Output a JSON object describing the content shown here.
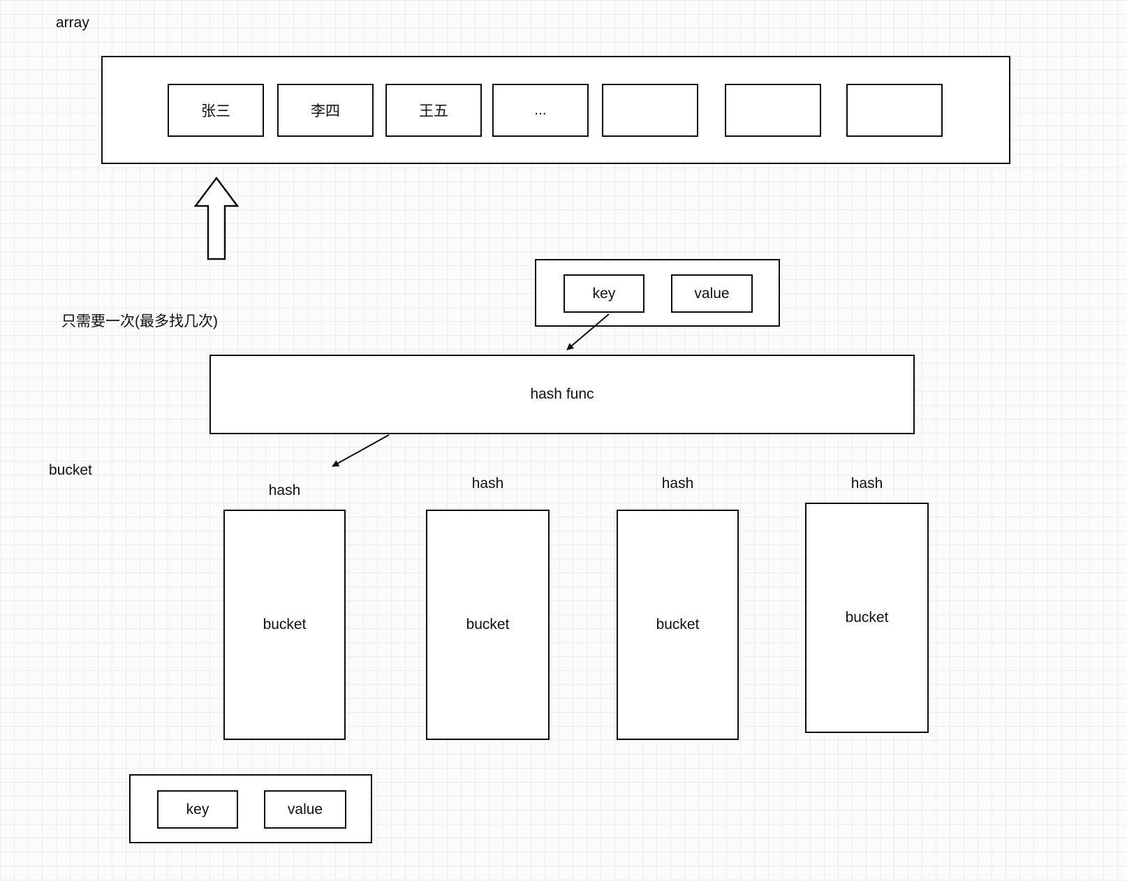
{
  "labels": {
    "array": "array",
    "note": "只需要一次(最多找几次)",
    "bucket_section": "bucket",
    "hash_func": "hash func"
  },
  "array": {
    "cells": [
      "张三",
      "李四",
      "王五",
      "...",
      "",
      "",
      ""
    ]
  },
  "kv_top": {
    "key_label": "key",
    "value_label": "value"
  },
  "kv_bottom": {
    "key_label": "key",
    "value_label": "value"
  },
  "buckets": [
    {
      "hash_label": "hash",
      "bucket_label": "bucket"
    },
    {
      "hash_label": "hash",
      "bucket_label": "bucket"
    },
    {
      "hash_label": "hash",
      "bucket_label": "bucket"
    },
    {
      "hash_label": "hash",
      "bucket_label": "bucket"
    }
  ],
  "colors": {
    "stroke": "#0d0d0d",
    "fill": "#ffffff",
    "grid": "#ececec"
  }
}
